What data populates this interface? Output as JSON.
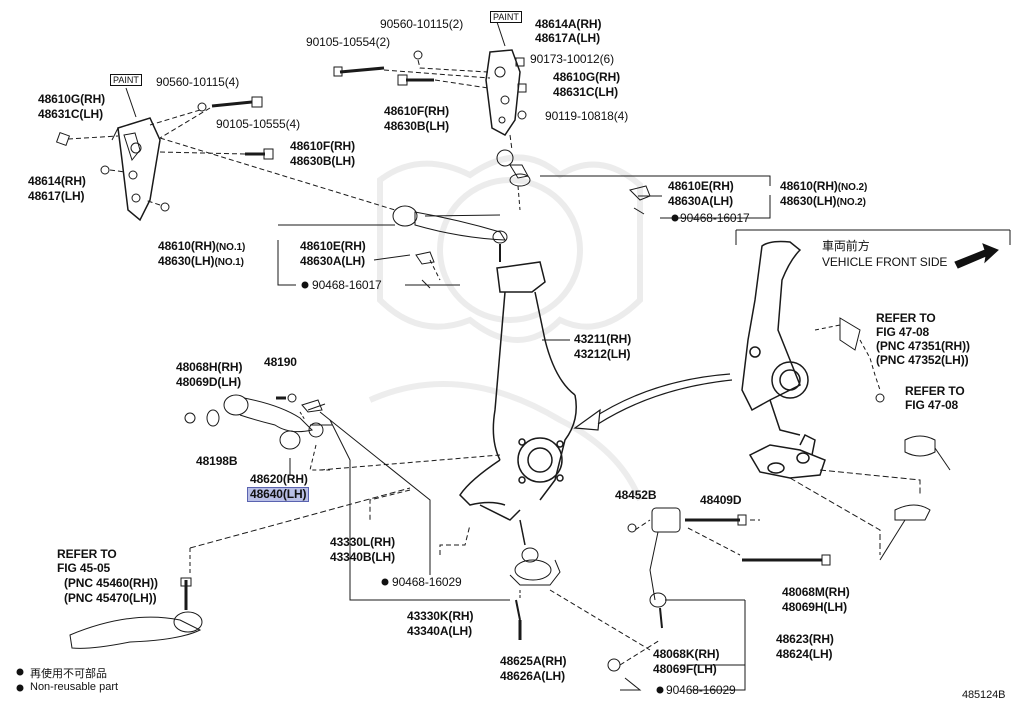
{
  "labels": {
    "p90560_top": "90560-10115(2)",
    "p90105_top": "90105-10554(2)",
    "paint": "PAINT",
    "p48614a_rh": "48614A(RH)",
    "p48617a_lh": "48617A(LH)",
    "p90173": "90173-10012(6)",
    "p48610g_rh_r": "48610G(RH)",
    "p48631c_lh_r": "48631C(LH)",
    "p48610f_rh_c": "48610F(RH)",
    "p48630b_lh_c": "48630B(LH)",
    "p90119": "90119-10818(4)",
    "p90560_left": "90560-10115(4)",
    "p48610g_rh_l": "48610G(RH)",
    "p48631c_lh_l": "48631C(LH)",
    "p90105_left": "90105-10555(4)",
    "p48610f_rh_l": "48610F(RH)",
    "p48630b_lh_l": "48630B(LH)",
    "p48614_rh": "48614(RH)",
    "p48617_lh": "48617(LH)",
    "p48610e_rh_r": "48610E(RH)",
    "p48630a_lh_r": "48630A(LH)",
    "p48610_rh_no2": "48610(RH)",
    "p48630_lh_no2": "48630(LH)",
    "no2": "(NO.2)",
    "p90468_16017_r": "90468-16017",
    "p48610_rh_no1": "48610(RH)",
    "p48630_lh_no1": "48630(LH)",
    "no1": "(NO.1)",
    "p48610e_rh_l": "48610E(RH)",
    "p48630a_lh_l": "48630A(LH)",
    "p90468_16017_l": "90468-16017",
    "front_jp": "車両前方",
    "front_en": "VEHICLE FRONT SIDE",
    "refer_to": "REFER TO",
    "fig_47_08": "FIG 47-08",
    "pnc_47351": "(PNC 47351(RH))",
    "pnc_47352": "(PNC 47352(LH))",
    "refer_to_2": "REFER TO",
    "fig_47_08_2": "FIG 47-08",
    "p43211_rh": "43211(RH)",
    "p43212_lh": "43212(LH)",
    "p48068h_rh": "48068H(RH)",
    "p48069d_lh": "48069D(LH)",
    "p48190": "48190",
    "p48198b": "48198B",
    "p48620_rh": "48620(RH)",
    "p48640_lh": "48640(LH)",
    "p43330l_rh": "43330L(RH)",
    "p43340b_lh": "43340B(LH)",
    "p90468_16029_c": "90468-16029",
    "p43330k_rh": "43330K(RH)",
    "p43340a_lh": "43340A(LH)",
    "p48452b": "48452B",
    "p48409d": "48409D",
    "p48068m_rh": "48068M(RH)",
    "p48069h_lh": "48069H(LH)",
    "p48623_rh": "48623(RH)",
    "p48624_lh": "48624(LH)",
    "p48068k_rh": "48068K(RH)",
    "p48069f_lh": "48069F(LH)",
    "p90468_16029_b": "90468-16029",
    "p48625a_rh": "48625A(RH)",
    "p48626a_lh": "48626A(LH)",
    "refer_to_3": "REFER TO",
    "fig_45_05": "FIG 45-05",
    "pnc_45460": "(PNC 45460(RH))",
    "pnc_45470": "(PNC 45470(LH))",
    "nonreusable_marker": "●",
    "legend_jp": "再使用不可部品",
    "legend_en": "Non-reusable part",
    "diagram_id": "485124B"
  },
  "colors": {
    "line": "#1a1a1a",
    "highlight": "#b9bfe6",
    "highlight_border": "#5a63b0"
  },
  "icons": {
    "front_arrow": "arrow-right-icon",
    "nonreusable_marker": "filled-circle-icon"
  }
}
